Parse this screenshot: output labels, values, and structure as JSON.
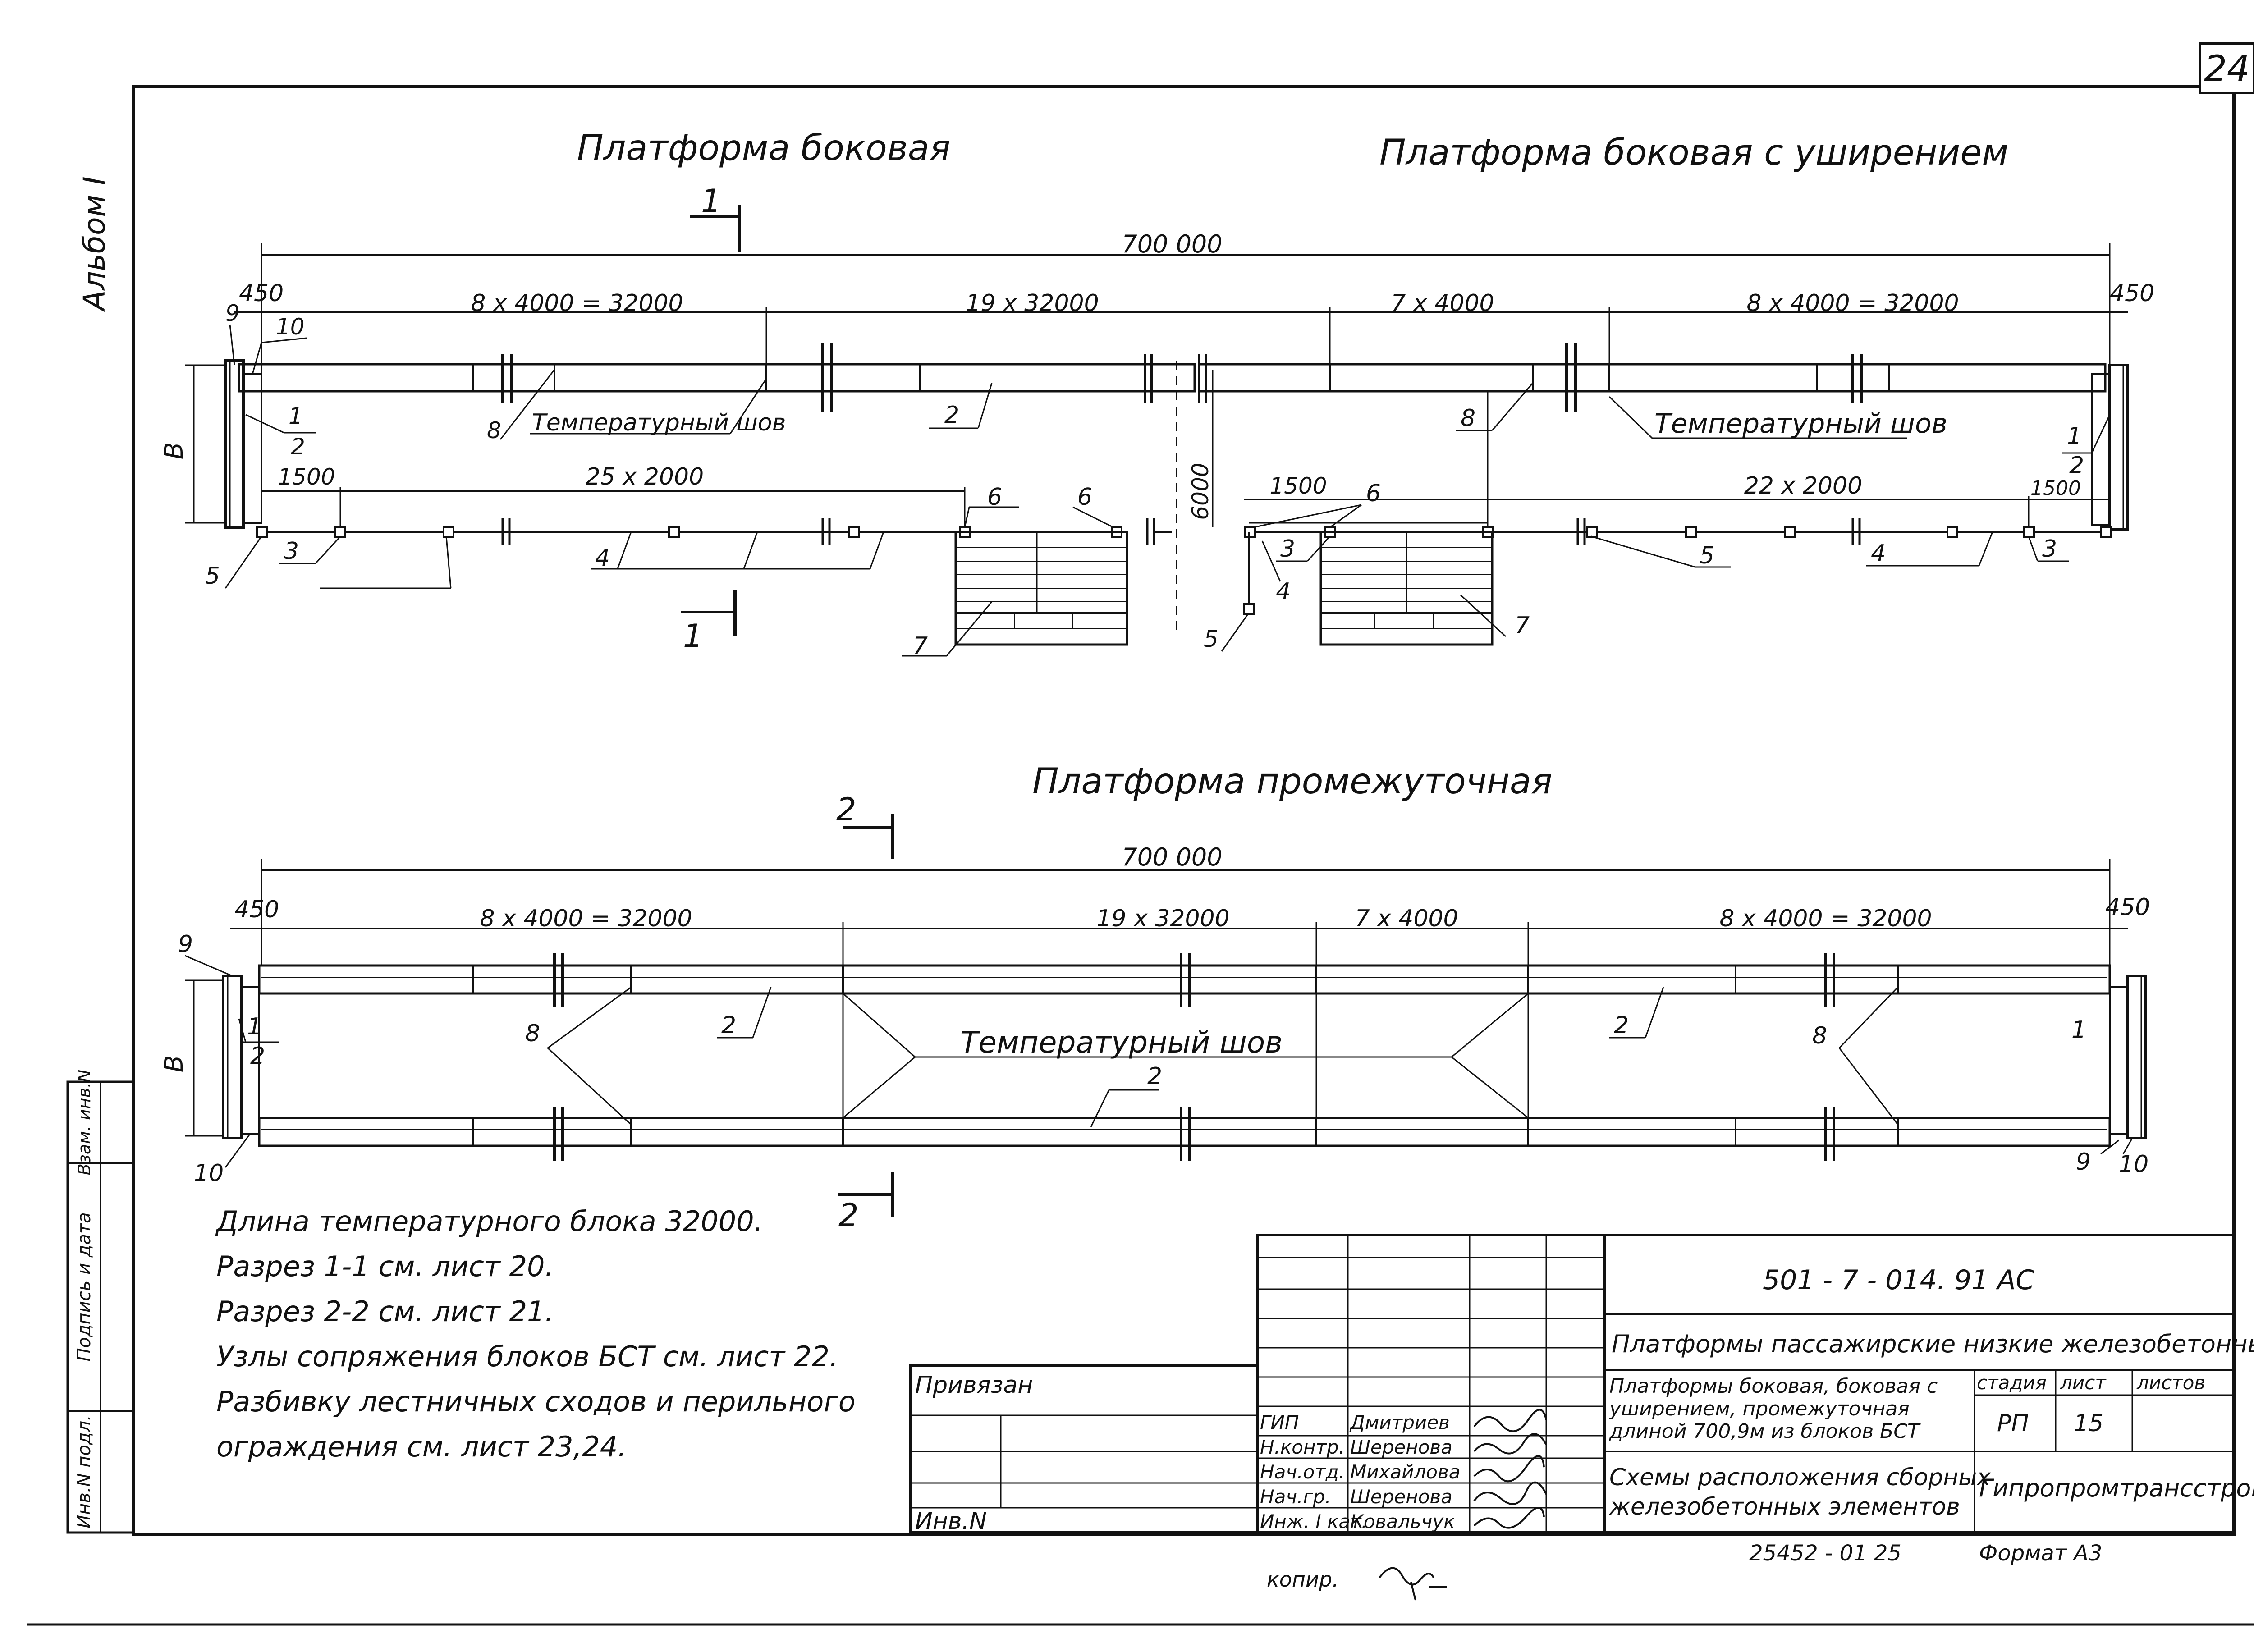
{
  "sheet_number": "24",
  "album_label": "Альбом I",
  "side_stamp": {
    "inv_podl": "Инв.N подл.",
    "podpis_data": "Подпись и дата",
    "vzam_inv": "Взам. инв.N"
  },
  "titles": {
    "side": "Платформа  боковая",
    "side_widened": "Платформа  боковая с уширением",
    "intermediate": "Платформа  промежуточная"
  },
  "section_marks": {
    "s1": "1",
    "s2": "2"
  },
  "dimensions": {
    "total": "700 000",
    "end_gap": "450",
    "blocks_8x4000": "8 х 4000 = 32000",
    "blocks_19x32000": "19 х 32000",
    "blocks_7x4000": "7 х 4000",
    "rail_25x2000": "25 х 2000",
    "rail_22x2000": "22 х 2000",
    "rail_1500": "1500",
    "width_B": "В",
    "offset_6000": "6000"
  },
  "callouts": {
    "temp_joint": "Температурный шов",
    "temp_joint_spaced": "Температурный   шов",
    "n1": "1",
    "n2": "2",
    "n3": "3",
    "n4": "4",
    "n5": "5",
    "n6": "6",
    "n7": "7",
    "n8": "8",
    "n9": "9",
    "n10": "10"
  },
  "notes": [
    "Длина температурного блока 32000.",
    "Разрез 1-1 см. лист 20.",
    "Разрез 2-2 см. лист 21.",
    "Узлы сопряжения блоков БСТ см. лист 22.",
    "Разбивку лестничных сходов и перильного",
    "ограждения см. лист 23,24."
  ],
  "title_block": {
    "doc_code": "501 - 7 - 014. 91  АС",
    "title_main": "Платформы пассажирские низкие железобетонные",
    "title_sub_1": "Платформы боковая, боковая с",
    "title_sub_2": "уширением, промежуточная",
    "title_sub_3": "длиной 700,9м из блоков БСТ",
    "title_sheet_1": "Схемы расположения сборных",
    "title_sheet_2": "железобетонных элементов",
    "privyazan": "Привязан",
    "inv_no": "Инв.N",
    "stage_header": "стадия",
    "sheet_header": "лист",
    "sheets_header": "листов",
    "stage": "РП",
    "sheet": "15",
    "org": "Гипропромтрансстрой",
    "roles": [
      {
        "role": "ГИП",
        "name": "Дмитриев"
      },
      {
        "role": "Н.контр.",
        "name": "Шеренова"
      },
      {
        "role": "Нач.отд.",
        "name": "Михайлова"
      },
      {
        "role": "Нач.гр.",
        "name": "Шеренова"
      },
      {
        "role": "Инж. I кат.",
        "name": "Ковальчук"
      }
    ],
    "copied_label": "копир.",
    "archive_no": "25452 - 01   25",
    "format": "Формат А3"
  }
}
